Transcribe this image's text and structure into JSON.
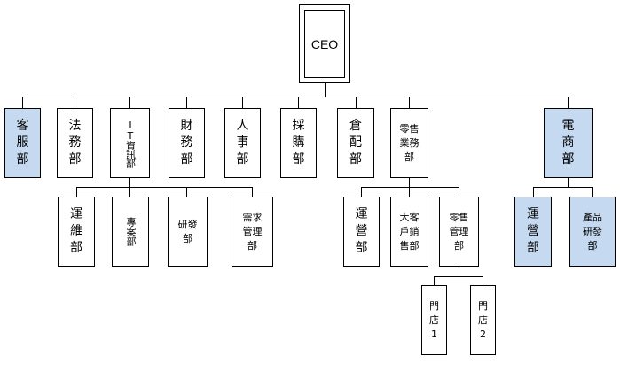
{
  "chart": {
    "ceo": "CEO",
    "level1": [
      {
        "label": [
          "客",
          "服",
          "部"
        ],
        "highlight": true
      },
      {
        "label": [
          "法",
          "務",
          "部"
        ],
        "highlight": false
      },
      {
        "label": [
          "IT資訊部"
        ],
        "highlight": false
      },
      {
        "label": [
          "財",
          "務",
          "部"
        ],
        "highlight": false
      },
      {
        "label": [
          "人",
          "事",
          "部"
        ],
        "highlight": false
      },
      {
        "label": [
          "採",
          "購",
          "部"
        ],
        "highlight": false
      },
      {
        "label": [
          "倉",
          "配",
          "部"
        ],
        "highlight": false
      },
      {
        "label": [
          "零售",
          "業務",
          "部"
        ],
        "highlight": false
      },
      {
        "label": [
          "電",
          "商",
          "部"
        ],
        "highlight": true
      }
    ],
    "it_children": [
      {
        "label": [
          "運",
          "維",
          "部"
        ]
      },
      {
        "label": [
          "專案部"
        ]
      },
      {
        "label": [
          "研發",
          "部"
        ]
      },
      {
        "label": [
          "需求",
          "管理",
          "部"
        ]
      }
    ],
    "retail_children": [
      {
        "label": [
          "運",
          "營",
          "部"
        ]
      },
      {
        "label": [
          "大客",
          "戶銷",
          "售部"
        ]
      },
      {
        "label": [
          "零售",
          "管理",
          "部"
        ]
      }
    ],
    "retail_mgmt_children": [
      {
        "label": [
          "門",
          "店",
          "1"
        ]
      },
      {
        "label": [
          "門",
          "店",
          "2"
        ]
      }
    ],
    "ecom_children": [
      {
        "label": [
          "運",
          "營",
          "部"
        ],
        "highlight": true
      },
      {
        "label": [
          "產品",
          "研發",
          "部"
        ],
        "highlight": true
      }
    ]
  }
}
